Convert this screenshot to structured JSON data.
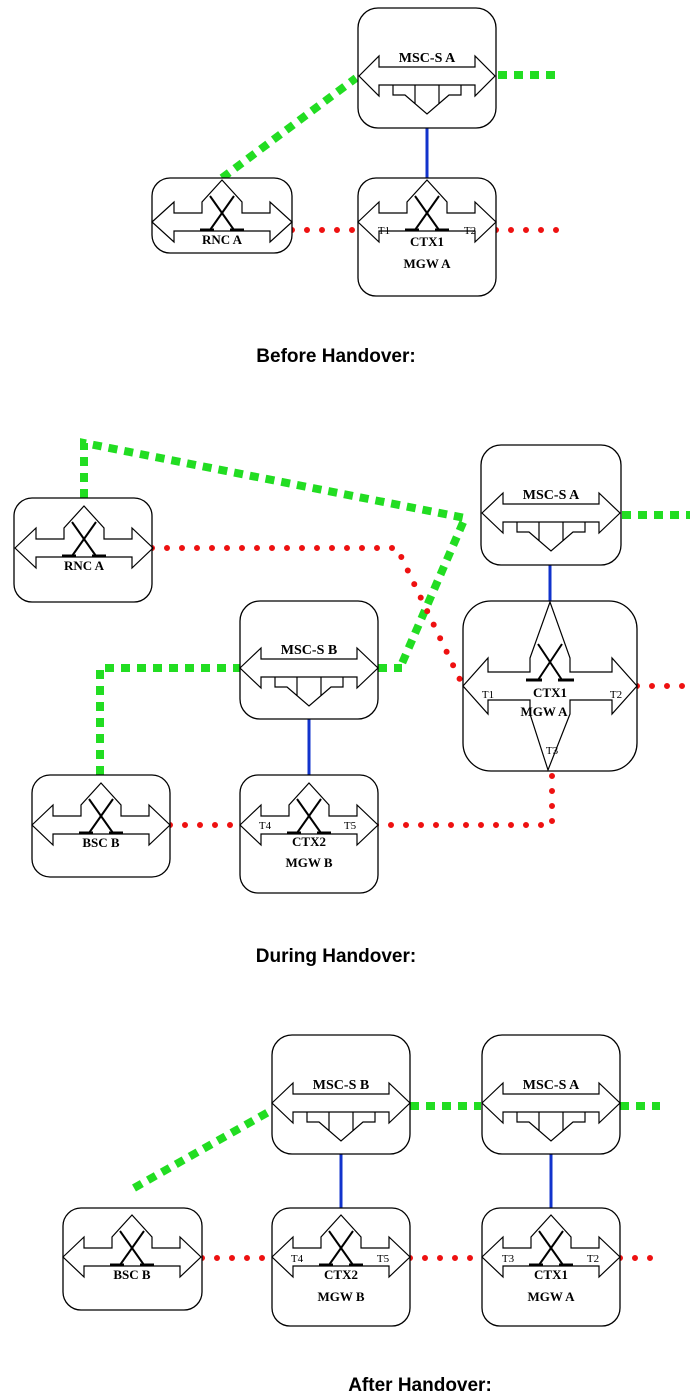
{
  "colors": {
    "signaling": "#22dd22",
    "bearer": "#ee1111",
    "control": "#1133cc",
    "outline": "#000000"
  },
  "icons": {
    "msc": "double-arrow-with-down-arrows-icon",
    "switch": "crossed-switch-icon"
  },
  "captions": {
    "before": "Before Handover:",
    "during": "During Handover:",
    "after": "After Handover:"
  },
  "before": {
    "msc_a": "MSC-S A",
    "rnc_a": "RNC A",
    "mgw_a_ctx": "CTX1",
    "mgw_a": "MGW A",
    "t1": "T1",
    "t2": "T2"
  },
  "during": {
    "msc_a": "MSC-S A",
    "rnc_a": "RNC A",
    "msc_b": "MSC-S B",
    "mgw_a_ctx": "CTX1",
    "mgw_a": "MGW A",
    "t1": "T1",
    "t2": "T2",
    "t3": "T3",
    "bsc_b": "BSC B",
    "mgw_b_ctx": "CTX2",
    "mgw_b": "MGW B",
    "t4": "T4",
    "t5": "T5"
  },
  "after": {
    "msc_b": "MSC-S B",
    "msc_a": "MSC-S A",
    "bsc_b": "BSC B",
    "mgw_b_ctx": "CTX2",
    "mgw_b": "MGW B",
    "t4": "T4",
    "t5": "T5",
    "mgw_a_ctx": "CTX1",
    "mgw_a": "MGW A",
    "t3": "T3",
    "t2": "T2"
  }
}
